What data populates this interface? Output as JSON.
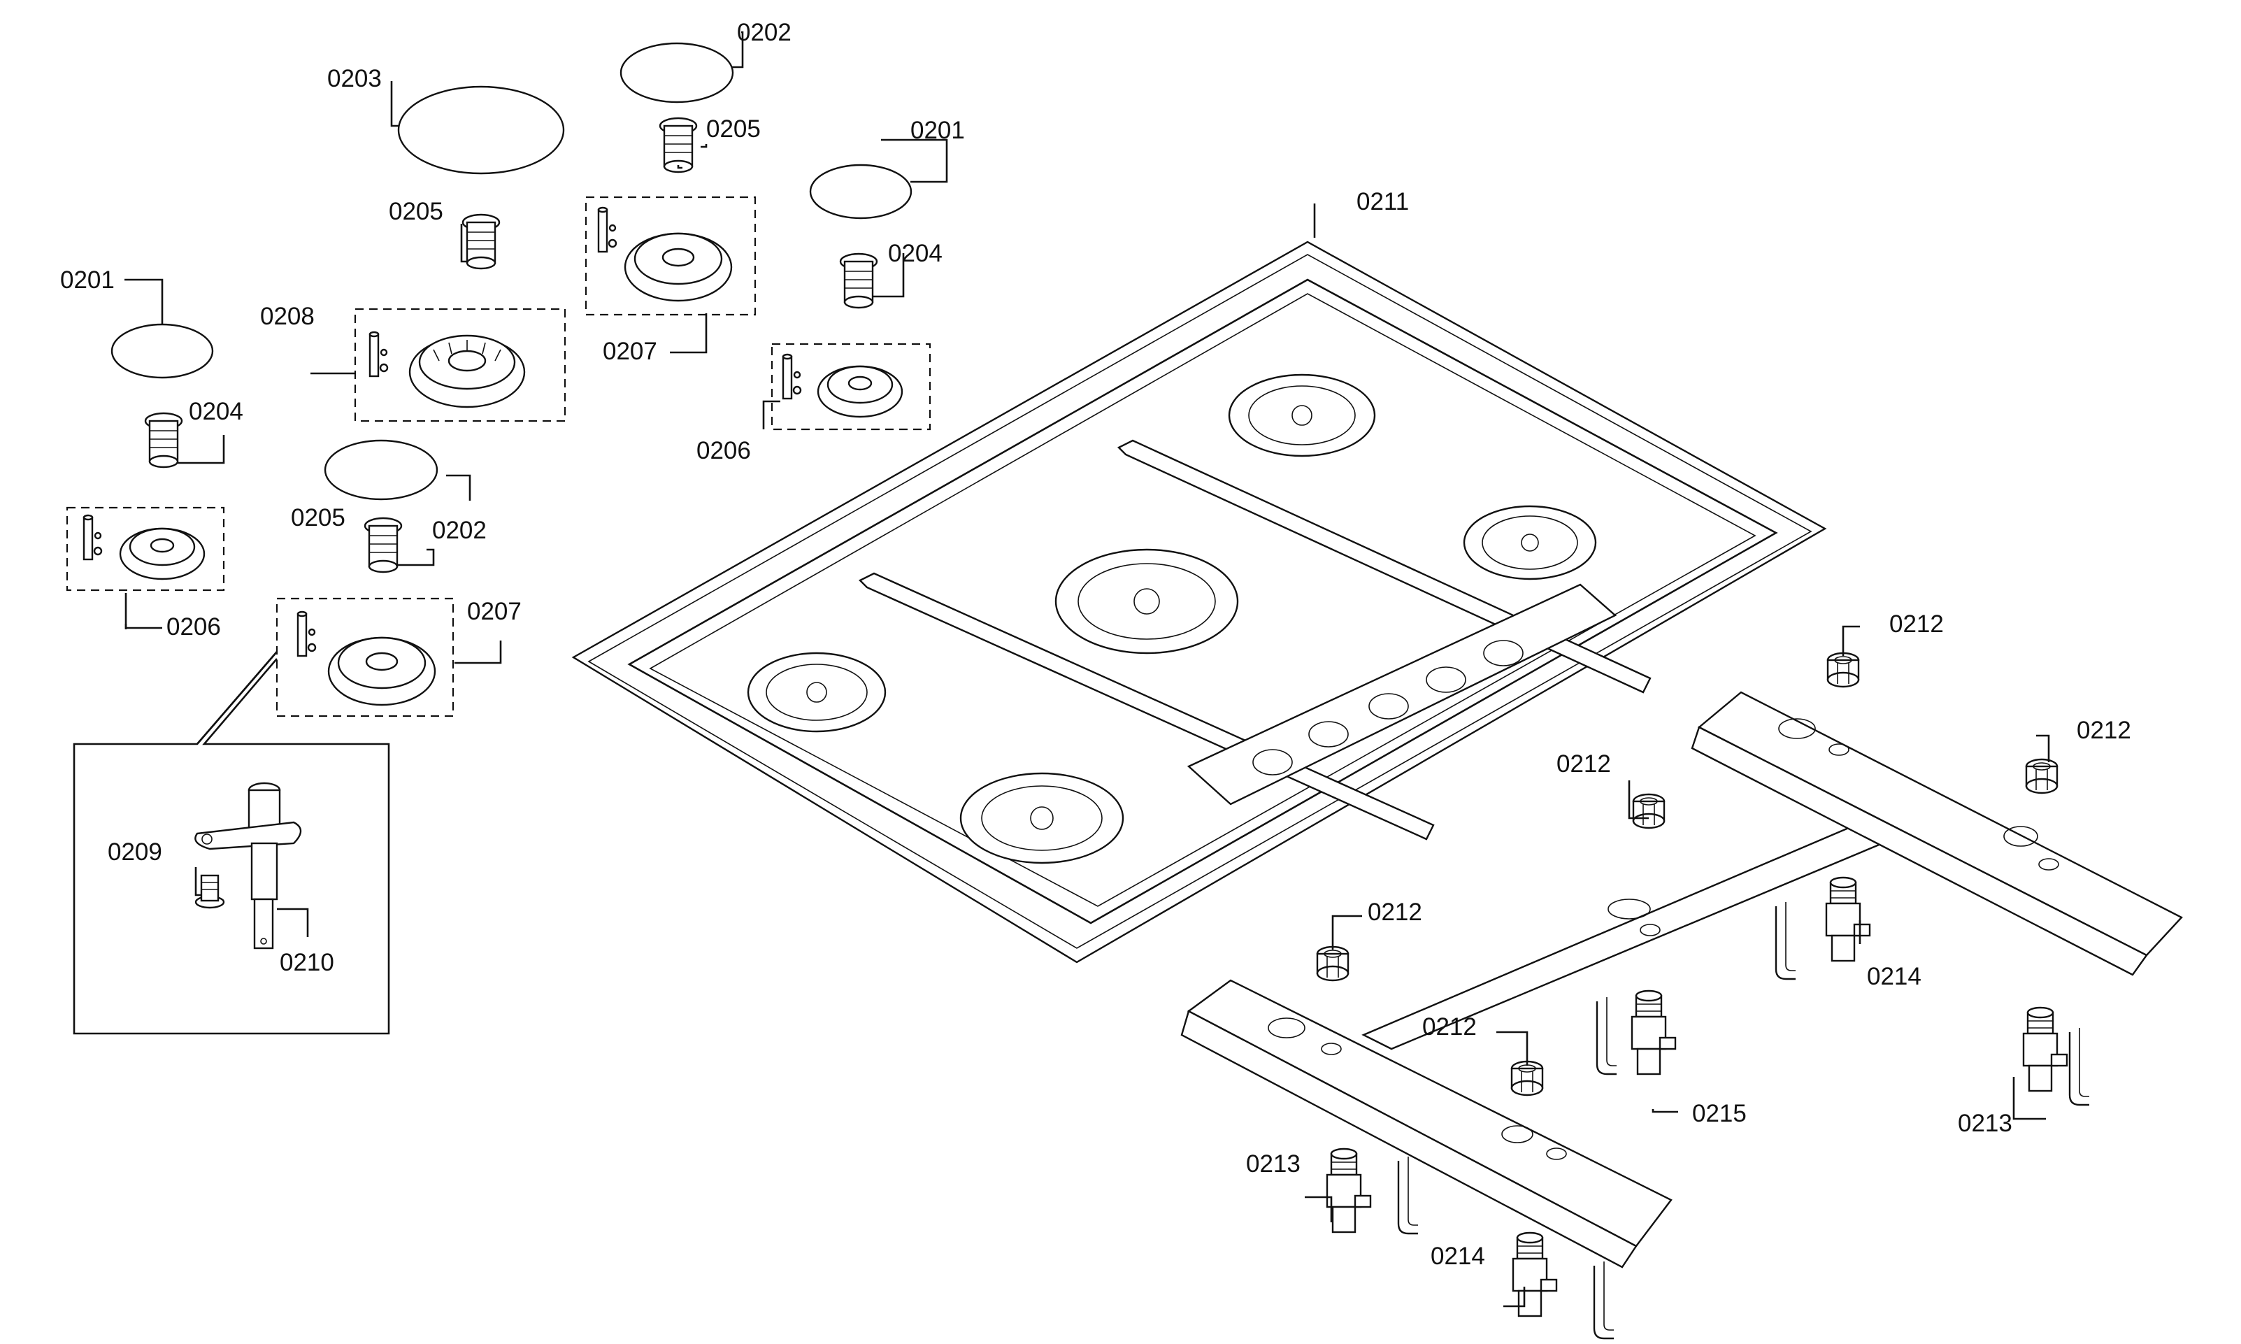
{
  "labels": {
    "cap_small_left": "0201",
    "cap_small_right": "0201",
    "cap_medium_left": "0202",
    "cap_medium_top": "0202",
    "cap_large": "0203",
    "crown_small_left": "0204",
    "crown_small_right": "0204",
    "crown_medium_left": "0205",
    "crown_medium_top": "0205",
    "crown_large": "0205",
    "burner_small_left": "0206",
    "burner_small_right": "0206",
    "burner_medium_left": "0207",
    "burner_medium_top": "0207",
    "burner_large": "0208",
    "screw": "0209",
    "thermocouple": "0210",
    "cooktop_pan": "0211",
    "nut_1": "0212",
    "nut_2": "0212",
    "nut_3": "0212",
    "nut_4": "0212",
    "nut_5": "0212",
    "valve_right": "0213",
    "valve_left": "0213",
    "valve_injector_mid": "0214",
    "valve_injector_bottom": "0214",
    "valve_center": "0215"
  }
}
